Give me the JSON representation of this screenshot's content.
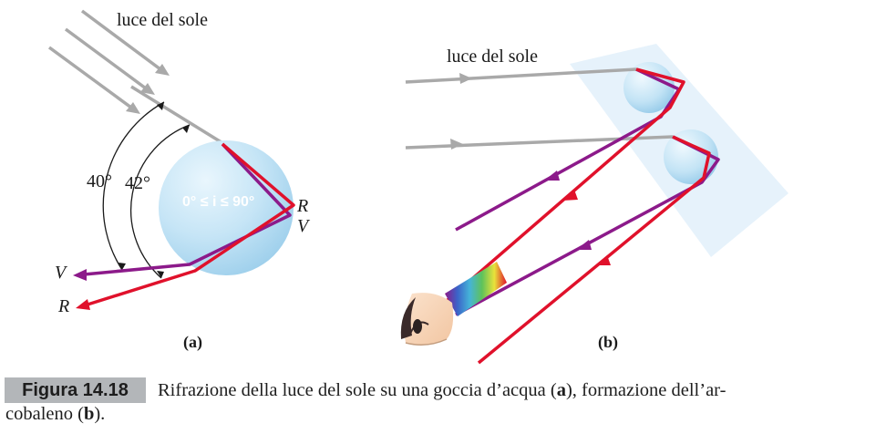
{
  "panel_a": {
    "sunlight_label": "luce del sole",
    "angle_outer_label": "40°",
    "angle_inner_label": "42°",
    "incidence_label": "0° ≤ i ≤ 90°",
    "ray_red_exit_label": "R",
    "ray_violet_exit_label": "V",
    "ray_violet_out_label": "V",
    "ray_red_out_label": "R",
    "panel_tag": "(a)"
  },
  "panel_b": {
    "sunlight_label": "luce del sole",
    "panel_tag": "(b)"
  },
  "caption": {
    "figure_number": "Figura 14.18",
    "text_part1": "Rifrazione della luce del sole su una goccia d’acqua (",
    "bold_a": "a",
    "text_part2": "), formazione dell’ar-",
    "line2_part1": "cobaleno (",
    "bold_b": "b",
    "line2_part2": ")."
  },
  "colors": {
    "red_ray": "#e0112b",
    "violet_ray": "#8c1a8a",
    "sun_ray": "#a9a9a9",
    "drop": "#bfe1f4",
    "label_bg": "#b3b6b9"
  }
}
